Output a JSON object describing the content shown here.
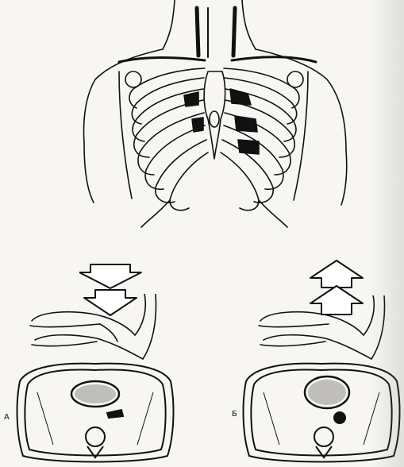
{
  "panel_labels": {
    "a": "А",
    "b": "Б"
  },
  "colors": {
    "ink": "#111111",
    "paper": "#f7f6f2"
  },
  "icons": {
    "top_figure": "ribcage-heart-anatomy",
    "compression_arrows": "down-arrow-stack",
    "release_arrows": "up-arrow-stack",
    "hands": "stacked-hands",
    "cross_section": "thorax-cross-section"
  }
}
